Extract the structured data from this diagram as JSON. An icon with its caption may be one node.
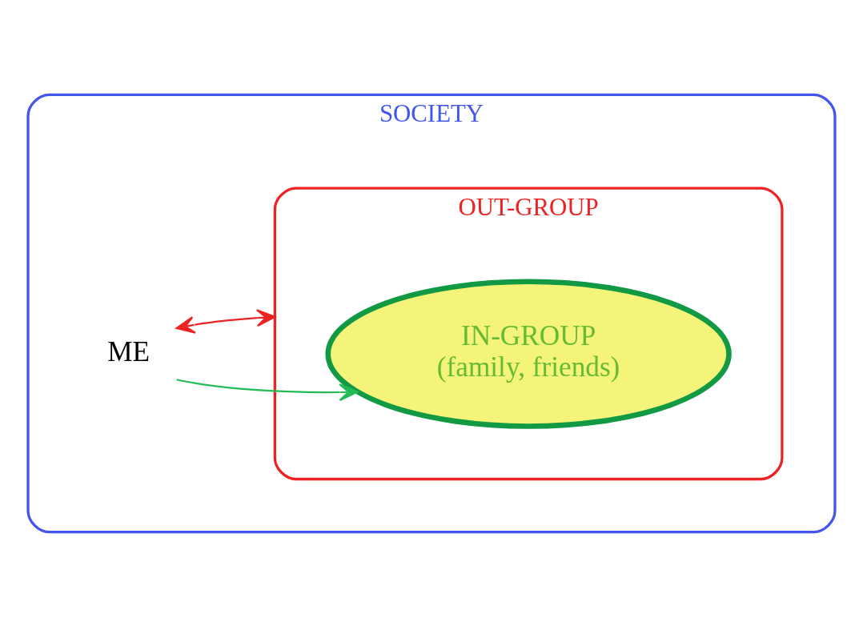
{
  "diagram": {
    "nodes": [
      {
        "text": [
          "SOCIETY"
        ]
      },
      {
        "text": [
          "OUT-GROUP"
        ],
        "in": 0
      },
      {
        "text": [
          "IN-GROUP",
          "(family, friends)"
        ],
        "in": 1
      },
      {
        "text": [
          "ME"
        ],
        "in": 0
      }
    ],
    "edges": [
      {
        "from": 3,
        "to": 2,
        "arrow": "to",
        "color": "#22bb55"
      },
      {
        "from": 3,
        "to": 1,
        "arrow": "both",
        "color": "#ee2222"
      }
    ]
  }
}
